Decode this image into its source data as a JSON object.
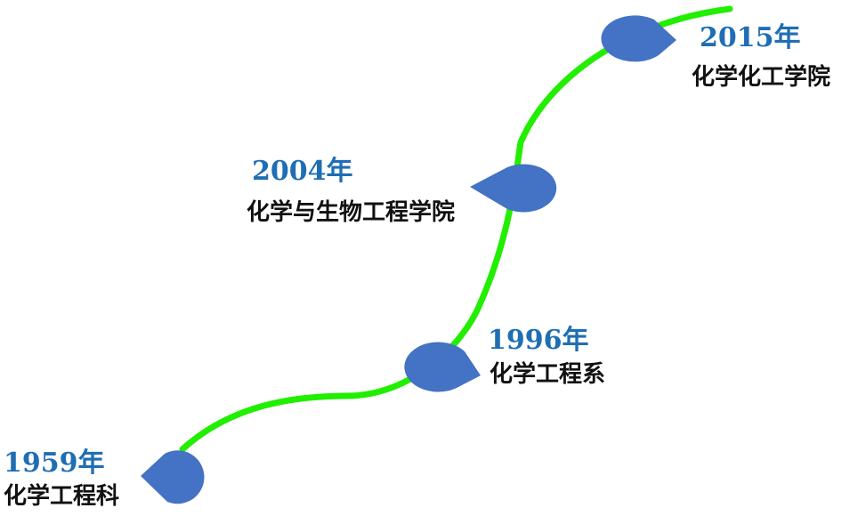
{
  "colors": {
    "path": "#22ee00",
    "marker": "#4472c4",
    "year_text": "#1f6eb4",
    "label_text": "#111111"
  },
  "milestones": [
    {
      "year": "1959年",
      "label": "化学工程科",
      "icon": "map-pin-icon"
    },
    {
      "year": "1996年",
      "label": "化学工程系",
      "icon": "map-pin-icon"
    },
    {
      "year": "2004年",
      "label": "化学与生物工程学院",
      "icon": "map-pin-icon"
    },
    {
      "year": "2015年",
      "label": "化学化工学院",
      "icon": "map-pin-icon"
    }
  ]
}
